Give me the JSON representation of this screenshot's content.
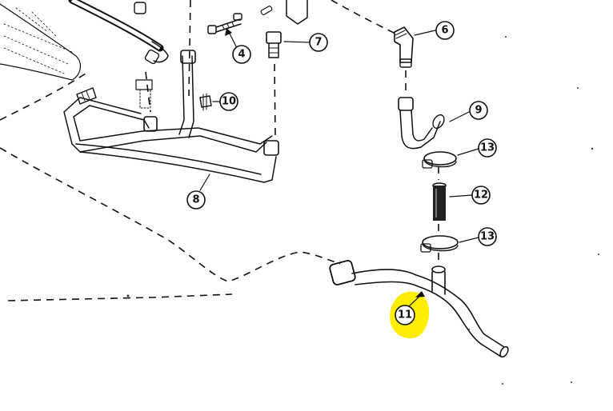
{
  "diagram": {
    "callouts": [
      {
        "id": "c4",
        "label": "4"
      },
      {
        "id": "c6",
        "label": "6"
      },
      {
        "id": "c7",
        "label": "7"
      },
      {
        "id": "c8",
        "label": "8"
      },
      {
        "id": "c9",
        "label": "9"
      },
      {
        "id": "c10",
        "label": "10"
      },
      {
        "id": "c11",
        "label": "11"
      },
      {
        "id": "c12",
        "label": "12"
      },
      {
        "id": "c13a",
        "label": "13"
      },
      {
        "id": "c13b",
        "label": "13"
      }
    ],
    "highlight": {
      "color": "#ffee00",
      "target": "11"
    }
  }
}
